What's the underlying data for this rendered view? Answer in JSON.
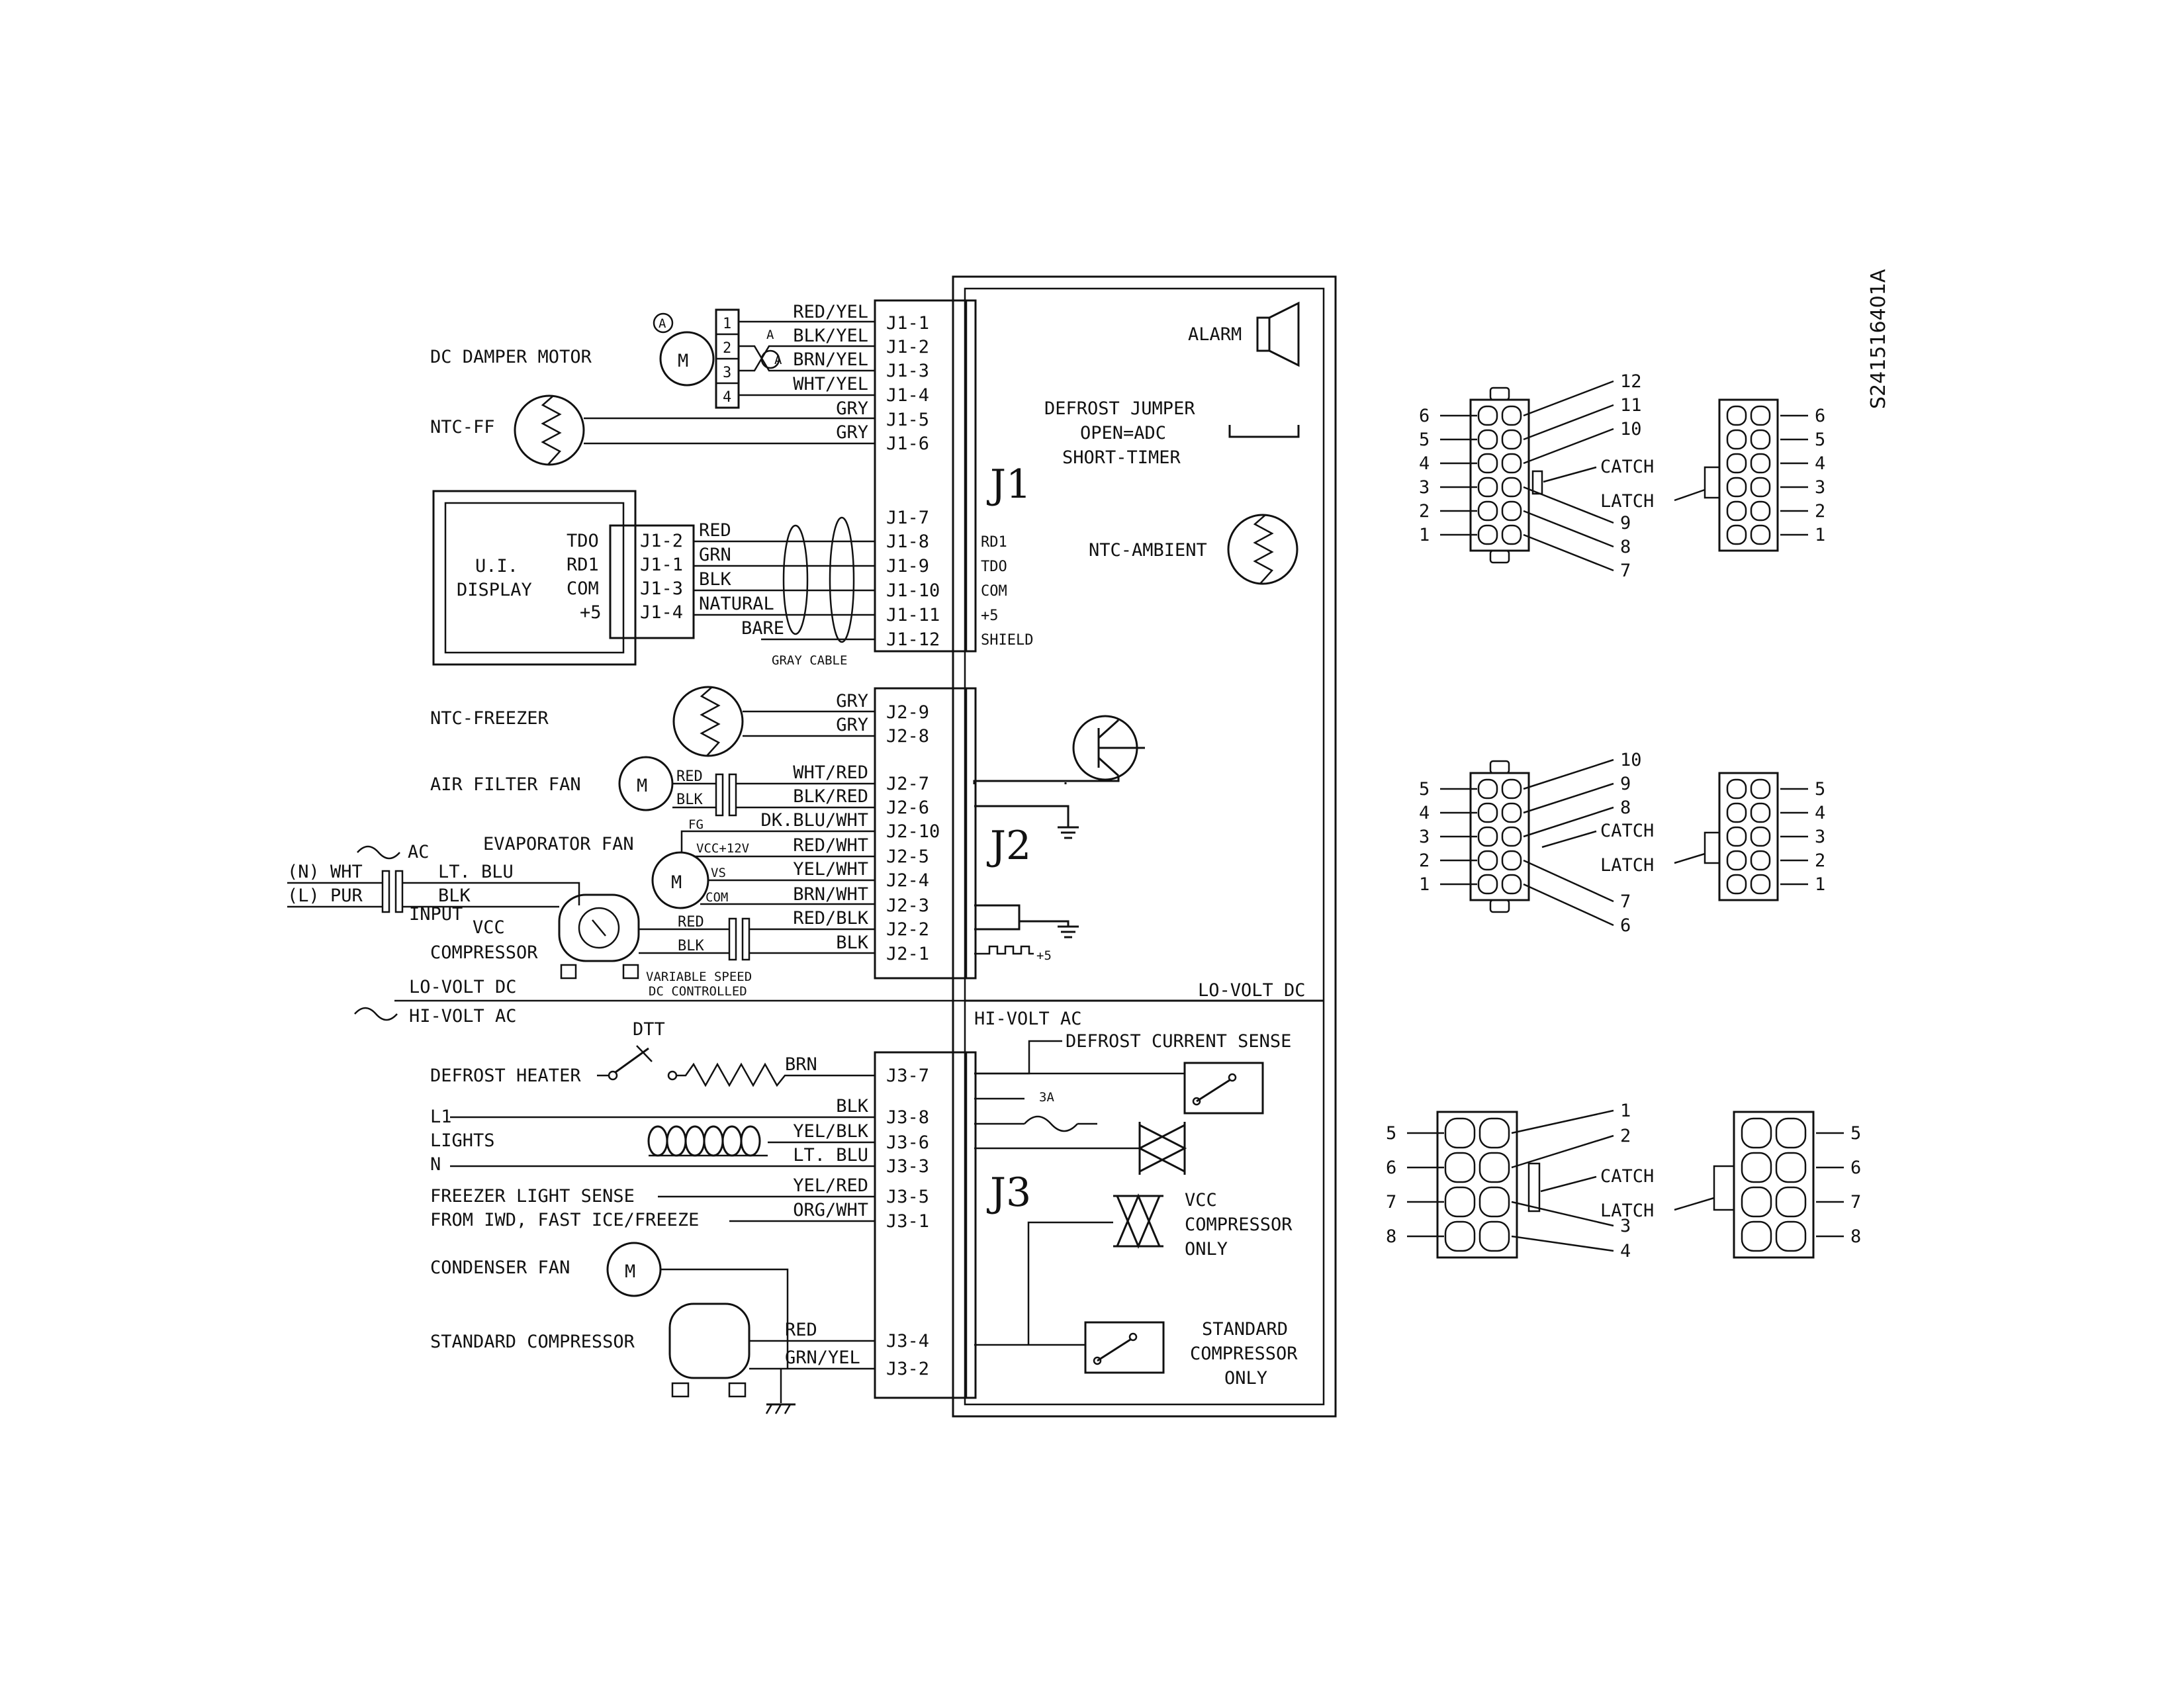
{
  "drawing_number": "S241516401A",
  "board": {
    "J1": "J1",
    "J2": "J2",
    "J3": "J3",
    "alarm": "ALARM",
    "defrost_jumper": [
      "DEFROST JUMPER",
      "OPEN=ADC",
      "SHORT-TIMER"
    ],
    "ntc_ambient": "NTC-AMBIENT",
    "lo_volt_dc": "LO-VOLT DC",
    "hi_volt_ac": "HI-VOLT AC",
    "defrost_current_sense": "DEFROST CURRENT SENSE",
    "fuse": "3A",
    "vcc_compressor_only": [
      "VCC",
      "COMPRESSOR",
      "ONLY"
    ],
    "standard_compressor_only": [
      "STANDARD",
      "COMPRESSOR",
      "ONLY"
    ],
    "ui_signals": [
      "RD1",
      "TDO",
      "COM",
      "+5",
      "SHIELD"
    ],
    "plus5": "+5"
  },
  "pins": {
    "j1": [
      "J1-1",
      "J1-2",
      "J1-3",
      "J1-4",
      "J1-5",
      "J1-6",
      "J1-7",
      "J1-8",
      "J1-9",
      "J1-10",
      "J1-11",
      "J1-12"
    ],
    "j2": [
      "J2-9",
      "J2-8",
      "J2-7",
      "J2-6",
      "J2-10",
      "J2-5",
      "J2-4",
      "J2-3",
      "J2-2",
      "J2-1"
    ],
    "j3": [
      "J3-7",
      "J3-8",
      "J3-6",
      "J3-3",
      "J3-5",
      "J3-1",
      "J3-4",
      "J3-2"
    ]
  },
  "wires": {
    "j1": [
      "RED/YEL",
      "BLK/YEL",
      "BRN/YEL",
      "WHT/YEL",
      "GRY",
      "GRY"
    ],
    "j1_cable": [
      "RED",
      "GRN",
      "BLK",
      "NATURAL",
      "BARE"
    ],
    "j2": [
      "GRY",
      "GRY",
      "WHT/RED",
      "BLK/RED",
      "DK.BLU/WHT",
      "RED/WHT",
      "YEL/WHT",
      "BRN/WHT",
      "RED/BLK",
      "BLK"
    ],
    "j3": [
      "BRN",
      "BLK",
      "YEL/BLK",
      "LT. BLU",
      "YEL/RED",
      "ORG/WHT",
      "RED",
      "GRN/YEL"
    ]
  },
  "components": {
    "dc_damper_motor": "DC DAMPER MOTOR",
    "damper_pins": [
      "1",
      "2",
      "3",
      "4"
    ],
    "damper_marks": [
      "A",
      "A",
      "A"
    ],
    "motor": "M",
    "ntc_ff": "NTC-FF",
    "ui_display": [
      "U.I.",
      "DISPLAY"
    ],
    "ui_signals": [
      "TDO",
      "RD1",
      "COM",
      "+5"
    ],
    "ui_pins": [
      "J1-2",
      "J1-1",
      "J1-3",
      "J1-4"
    ],
    "gray_cable": "GRAY CABLE",
    "ntc_freezer": "NTC-FREEZER",
    "air_filter_fan": "AIR FILTER FAN",
    "air_filter_wires": [
      "RED",
      "BLK"
    ],
    "evaporator_fan": "EVAPORATOR FAN",
    "evap_signals": [
      "FG",
      "VCC+12V",
      "VS",
      "COM"
    ],
    "ac": "AC",
    "line_wires": [
      "(N) WHT",
      "(L) PUR"
    ],
    "input_wires": [
      "LT. BLU",
      "BLK"
    ],
    "input": "INPUT",
    "vcc_compressor": [
      "VCC",
      "COMPRESSOR"
    ],
    "vcc_wires": [
      "RED",
      "BLK"
    ],
    "variable_speed": [
      "VARIABLE SPEED",
      "DC CONTROLLED"
    ],
    "lo_volt_dc": "LO-VOLT DC",
    "hi_volt_ac": "HI-VOLT AC",
    "dtt": "DTT",
    "defrost_heater": "DEFROST HEATER",
    "l1": "L1",
    "lights": "LIGHTS",
    "n": "N",
    "freezer_light_sense": "FREEZER LIGHT SENSE",
    "from_iwd": "FROM IWD, FAST ICE/FREEZE",
    "condenser_fan": "CONDENSER FAN",
    "standard_compressor": "STANDARD COMPRESSOR"
  },
  "connectors": {
    "c12_left": [
      "6",
      "5",
      "4",
      "3",
      "2",
      "1"
    ],
    "c12_right": [
      "12",
      "11",
      "10",
      "9",
      "8",
      "7"
    ],
    "c10_left": [
      "5",
      "4",
      "3",
      "2",
      "1"
    ],
    "c10_right": [
      "10",
      "9",
      "8",
      "7",
      "6"
    ],
    "c8_left": [
      "5",
      "6",
      "7",
      "8"
    ],
    "c8_right": [
      "1",
      "2",
      "3",
      "4"
    ],
    "catch": "CATCH",
    "latch": "LATCH"
  }
}
